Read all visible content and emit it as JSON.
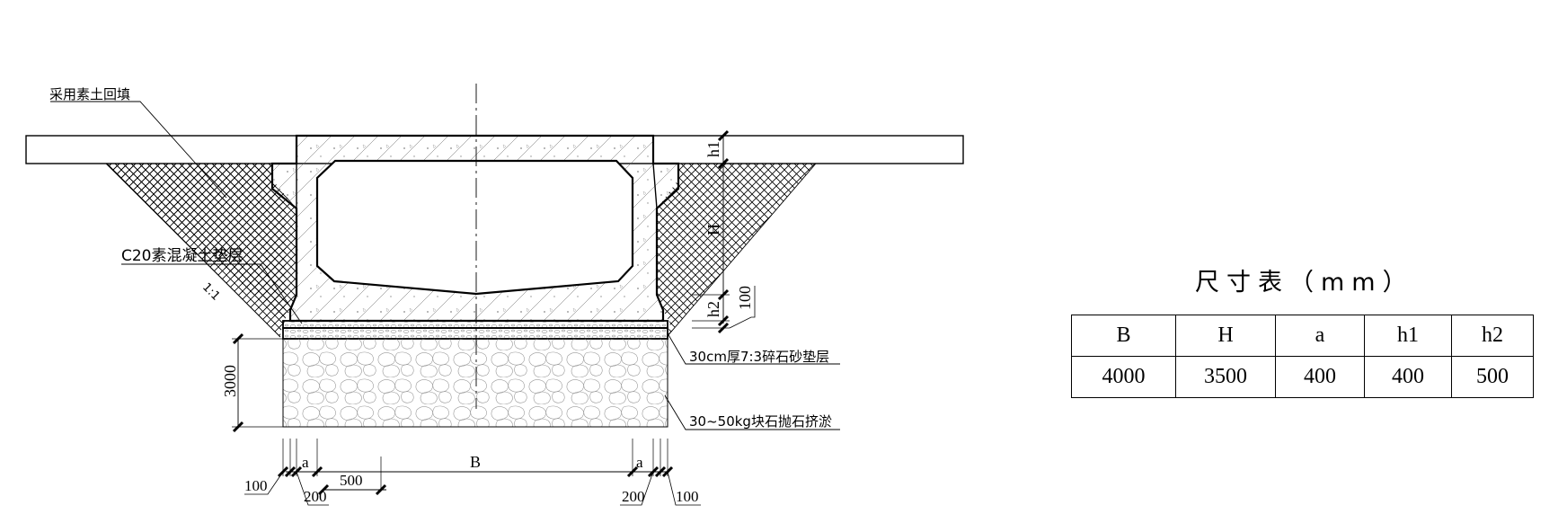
{
  "labels": {
    "backfill": "采用素土回填",
    "c20_layer": "C20素混凝土垫层",
    "slope": "1:1",
    "gravel_layer": "30cm厚7:3碎石砂垫层",
    "riprap": "30~50kg块石抛石挤淤"
  },
  "dimensions": {
    "h1": "h1",
    "H": "H",
    "h2": "h2",
    "d100_right": "100",
    "d3000": "3000",
    "B": "B",
    "a_left": "a",
    "a_right": "a",
    "d500": "500",
    "d100_left": "100",
    "d200_left": "200",
    "d200_right": "200",
    "d100_bottom_right": "100"
  },
  "table": {
    "title": "尺寸表（mm）",
    "headers": [
      "B",
      "H",
      "a",
      "h1",
      "h2"
    ],
    "rows": [
      [
        "4000",
        "3500",
        "400",
        "400",
        "500"
      ]
    ]
  }
}
